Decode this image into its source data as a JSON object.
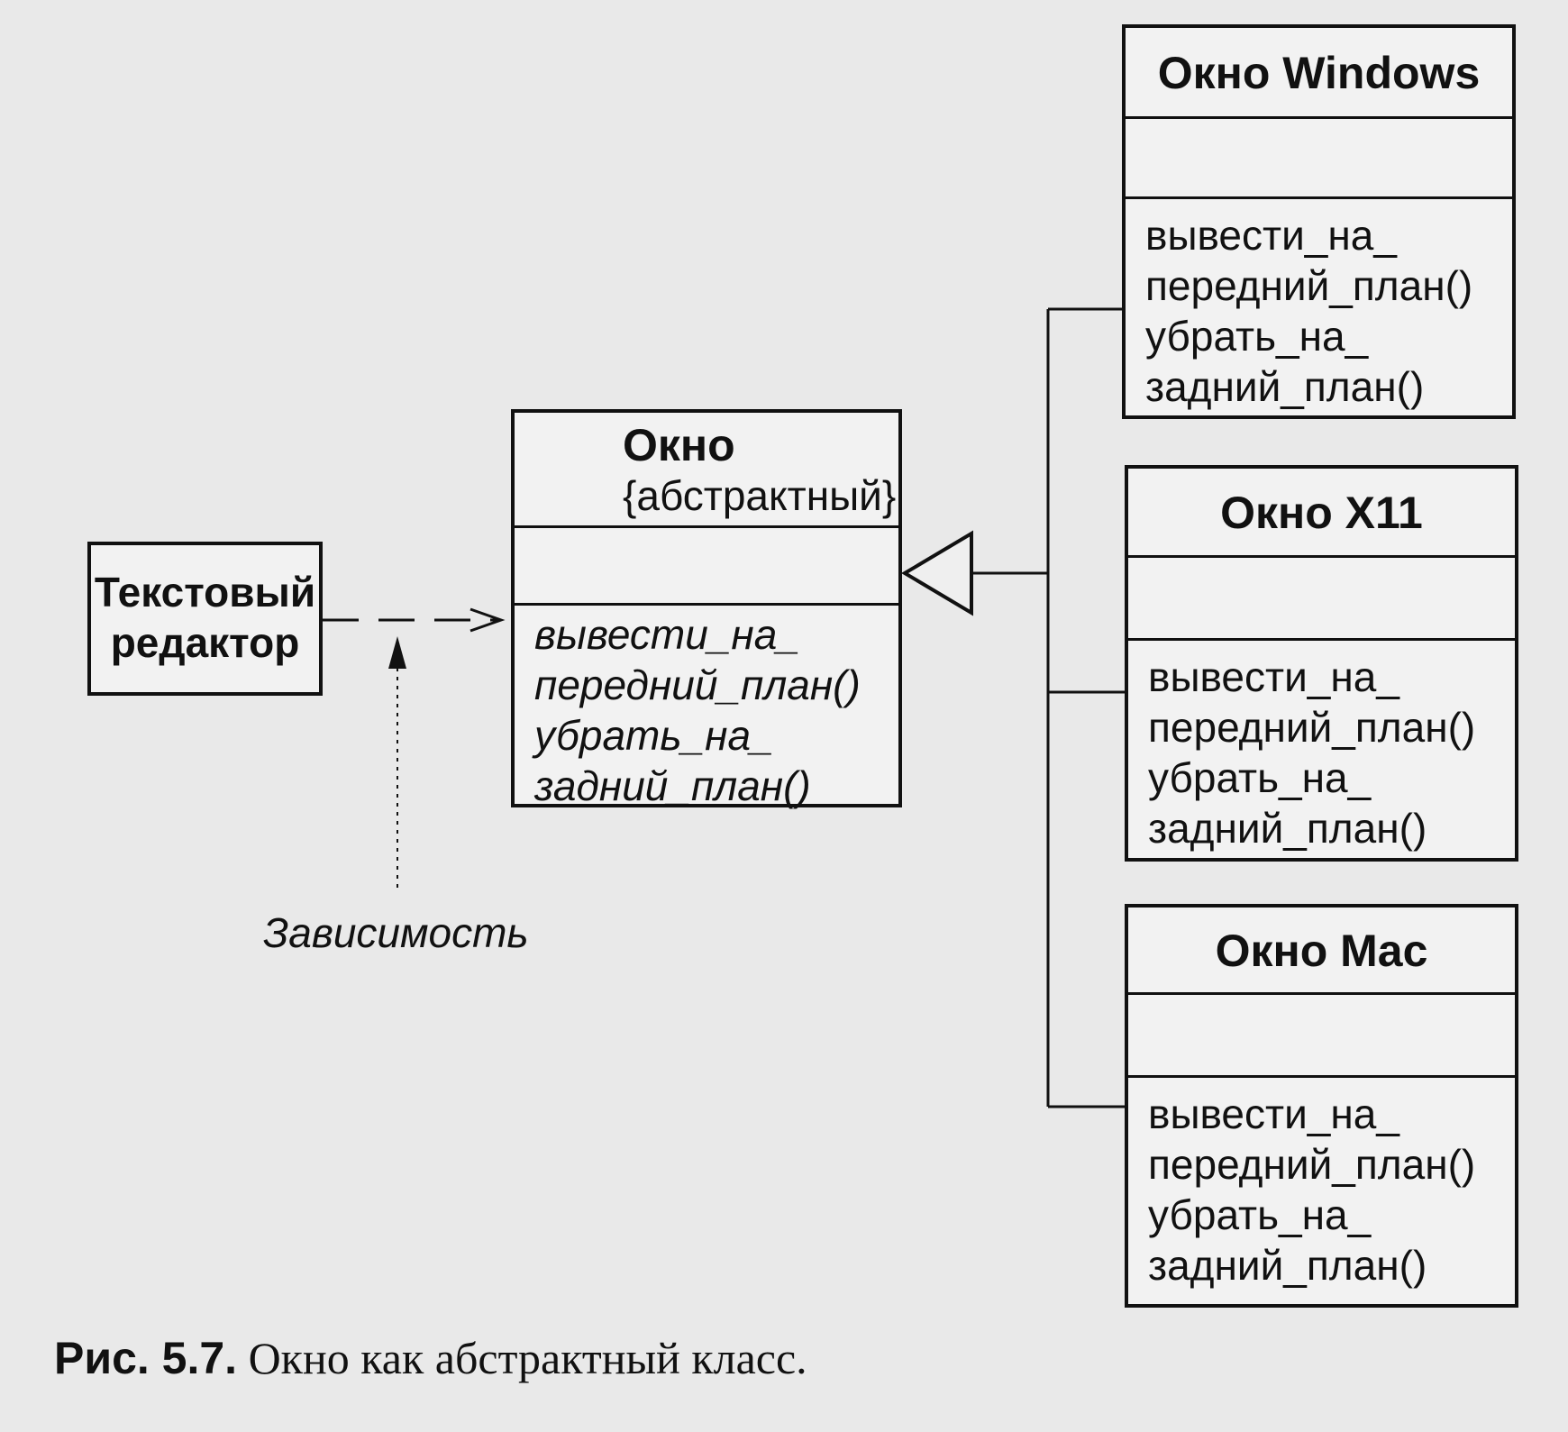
{
  "classes": {
    "text_editor": {
      "name_line1": "Текстовый",
      "name_line2": "редактор"
    },
    "window": {
      "name": "Окно",
      "stereotype": "{абстрактный}",
      "operations": [
        "вывести_на_",
        "передний_план()",
        "убрать_на_",
        "задний_план()"
      ]
    },
    "window_windows": {
      "name": "Окно Windows",
      "operations": [
        "вывести_на_",
        "передний_план()",
        "убрать_на_",
        "задний_план()"
      ]
    },
    "window_x11": {
      "name": "Окно X11",
      "operations": [
        "вывести_на_",
        "передний_план()",
        "убрать_на_",
        "задний_план()"
      ]
    },
    "window_mac": {
      "name": "Окно Mac",
      "operations": [
        "вывести_на_",
        "передний_план()",
        "убрать_на_",
        "задний_план()"
      ]
    }
  },
  "dependency_label": "Зависимость",
  "caption": {
    "number": "Рис. 5.7.",
    "text": " Окно как абстрактный класс."
  }
}
